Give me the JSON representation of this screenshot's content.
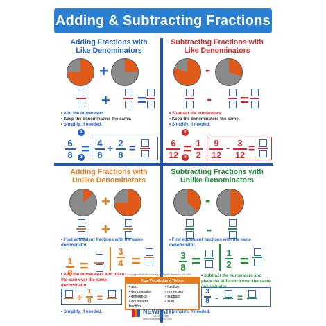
{
  "title": "Adding & Subtracting Fractions",
  "quadrants": {
    "tl": {
      "title_1": "Adding Fractions with",
      "title_2": "Like Denominators",
      "b1": "Add the numerators.",
      "b2": "Keep the denominators the same.",
      "b3": "Simplify, if needed.",
      "ex_n1": "6",
      "ex_d1": "8",
      "ex_n2": "4",
      "ex_d2": "8",
      "ex_n3": "2",
      "ex_d3": "8"
    },
    "tr": {
      "title_1": "Subtracting Fractions with",
      "title_2": "Like Denominators",
      "b1": "Subtract the numerators.",
      "b2": "Keep the denominators the same.",
      "b3": "Simplify, if needed.",
      "ex_n1": "6",
      "ex_d1": "12",
      "ex_n2": "1",
      "ex_d2": "2",
      "ex_n3": "9",
      "ex_d3": "12",
      "ex_n4": "3",
      "ex_d4": "12"
    },
    "bl": {
      "title_1": "Adding Fractions with",
      "title_2": "Unlike Denominators",
      "b1": "Find equivalent fractions with the same denominator.",
      "b2": "Add the numerators and place the sum over the same denominator.",
      "b3": "Simplify, if needed.",
      "ex_n1": "1",
      "ex_d1": "8",
      "ex_n2": "3",
      "ex_d2": "4",
      "ex_n3": "1",
      "ex_d3": "8"
    },
    "br": {
      "title_1": "Subtracting Fractions with",
      "title_2": "Unlike Denominators",
      "b1": "Find equivalent fractions with the same denominator.",
      "b2": "Subtract the numerators and place the difference over the same denominator.",
      "b3": "Simplify, if needed.",
      "ex_n1": "3",
      "ex_d1": "8",
      "ex_n2": "1",
      "ex_d2": "2",
      "ex_n3": "3",
      "ex_d3": "8"
    }
  },
  "vocab": {
    "title": "Key Vocabulary Terms",
    "col1": [
      "add",
      "denominator",
      "difference",
      "equivalent fraction"
    ],
    "col2": [
      "fraction",
      "numerator",
      "subtract",
      "sum"
    ]
  },
  "logo": {
    "line1": "NEWPATH",
    "line2": "LEARNING"
  },
  "copyright": "© Copyright NewPath Learning. All Rights Reserved. 93-4000",
  "website": "www.newpathlearning.com",
  "operators": {
    "plus": "+",
    "minus": "-",
    "eq": "="
  },
  "colors": {
    "blue": "#1e5fbf",
    "red": "#d22a2a",
    "orange": "#e87a18",
    "green": "#1f8f3a",
    "pizza": "#e05a1a"
  }
}
